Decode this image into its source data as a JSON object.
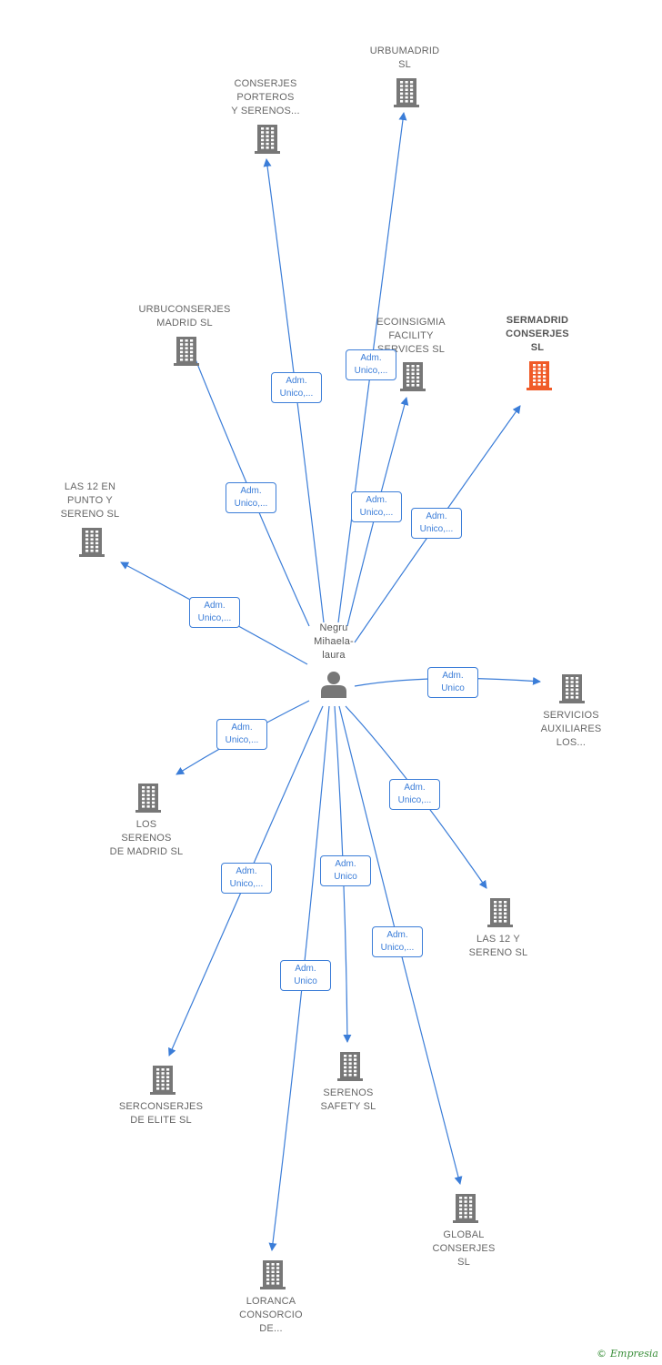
{
  "colors": {
    "edge": "#3b7dd8",
    "company_icon": "#777777",
    "highlight_icon": "#f05a28",
    "person_icon": "#777777",
    "label": "#666666"
  },
  "center": {
    "name": "Negru\nMihaela-\nlaura",
    "icon": "person-icon"
  },
  "nodes": [
    {
      "id": "urbumadrid",
      "label": "URBUMADRID\nSL",
      "icon": "building-icon",
      "highlight": false
    },
    {
      "id": "conserjes-porteros",
      "label": "CONSERJES\nPORTEROS\nY SERENOS...",
      "icon": "building-icon",
      "highlight": false
    },
    {
      "id": "urbuconserjes",
      "label": "URBUCONSERJES\nMADRID  SL",
      "icon": "building-icon",
      "highlight": false
    },
    {
      "id": "ecoinsigmia",
      "label": "ECOINSIGMIA\nFACILITY\nSERVICES  SL",
      "icon": "building-icon",
      "highlight": false
    },
    {
      "id": "sermadrid",
      "label": "SERMADRID\nCONSERJES\nSL",
      "icon": "building-icon",
      "highlight": true
    },
    {
      "id": "las12-en-punto",
      "label": "LAS 12 EN\nPUNTO Y\nSERENO  SL",
      "icon": "building-icon",
      "highlight": false
    },
    {
      "id": "servicios-auxiliares",
      "label": "SERVICIOS\nAUXILIARES\nLOS...",
      "icon": "building-icon",
      "highlight": false
    },
    {
      "id": "los-serenos",
      "label": "LOS\nSERENOS\nDE MADRID  SL",
      "icon": "building-icon",
      "highlight": false
    },
    {
      "id": "las12-sereno",
      "label": "LAS 12 Y\nSERENO  SL",
      "icon": "building-icon",
      "highlight": false
    },
    {
      "id": "serconserjes",
      "label": "SERCONSERJES\nDE ELITE  SL",
      "icon": "building-icon",
      "highlight": false
    },
    {
      "id": "serenos-safety",
      "label": "SERENOS\nSAFETY  SL",
      "icon": "building-icon",
      "highlight": false
    },
    {
      "id": "global-conserjes",
      "label": "GLOBAL\nCONSERJES\nSL",
      "icon": "building-icon",
      "highlight": false
    },
    {
      "id": "loranca",
      "label": "LORANCA\nCONSORCIO\nDE...",
      "icon": "building-icon",
      "highlight": false
    }
  ],
  "edges": [
    {
      "to": "urbumadrid",
      "label": "Adm.\nUnico,..."
    },
    {
      "to": "conserjes-porteros",
      "label": "Adm.\nUnico,..."
    },
    {
      "to": "urbuconserjes",
      "label": "Adm.\nUnico,..."
    },
    {
      "to": "ecoinsigmia",
      "label": "Adm.\nUnico,..."
    },
    {
      "to": "sermadrid",
      "label": "Adm.\nUnico,..."
    },
    {
      "to": "las12-en-punto",
      "label": "Adm.\nUnico,..."
    },
    {
      "to": "servicios-auxiliares",
      "label": "Adm.\nUnico"
    },
    {
      "to": "los-serenos",
      "label": "Adm.\nUnico,..."
    },
    {
      "to": "las12-sereno",
      "label": "Adm.\nUnico,..."
    },
    {
      "to": "serconserjes",
      "label": "Adm.\nUnico,..."
    },
    {
      "to": "serenos-safety",
      "label": "Adm.\nUnico"
    },
    {
      "to": "global-conserjes",
      "label": "Adm.\nUnico,..."
    },
    {
      "to": "loranca",
      "label": "Adm.\nUnico"
    }
  ],
  "footer": {
    "copyright": "©",
    "brand": "Empresia"
  }
}
